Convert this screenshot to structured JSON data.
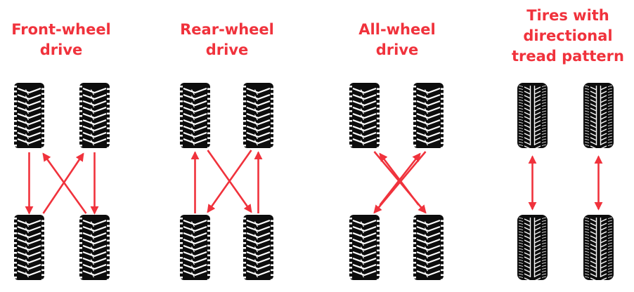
{
  "accent_color": "#f0323c",
  "tire_color": "#0d0d0d",
  "panels": [
    {
      "title_lines": [
        "Front-wheel",
        "drive"
      ],
      "tread": "herringbone",
      "arrows": [
        {
          "name": "arrow-front-left-to-rear-left",
          "tips": "end"
        },
        {
          "name": "arrow-rear-left-to-front-right",
          "tips": "end"
        },
        {
          "name": "arrow-front-right-to-rear-right",
          "tips": "end"
        },
        {
          "name": "arrow-rear-right-to-front-left",
          "tips": "end"
        }
      ]
    },
    {
      "title_lines": [
        "Rear-wheel",
        "drive"
      ],
      "tread": "herringbone",
      "arrows": [
        {
          "name": "arrow-rear-left-to-front-left",
          "tips": "end"
        },
        {
          "name": "arrow-front-left-to-rear-right",
          "tips": "end"
        },
        {
          "name": "arrow-rear-right-to-front-right",
          "tips": "end"
        },
        {
          "name": "arrow-front-right-to-rear-left",
          "tips": "end"
        }
      ]
    },
    {
      "title_lines": [
        "All-wheel",
        "drive"
      ],
      "tread": "herringbone",
      "arrows": [
        {
          "name": "arrow-front-left-to-rear-right",
          "tips": "end"
        },
        {
          "name": "arrow-front-right-to-rear-left",
          "tips": "end"
        },
        {
          "name": "arrow-rear-left-to-front-right",
          "tips": "end"
        },
        {
          "name": "arrow-rear-right-to-front-left",
          "tips": "end"
        }
      ]
    },
    {
      "title_lines": [
        "Tires with",
        "directional",
        "tread pattern"
      ],
      "tread": "directional",
      "arrows": [
        {
          "name": "arrow-left-front-rear-swap",
          "tips": "both"
        },
        {
          "name": "arrow-right-front-rear-swap",
          "tips": "both"
        }
      ]
    }
  ]
}
